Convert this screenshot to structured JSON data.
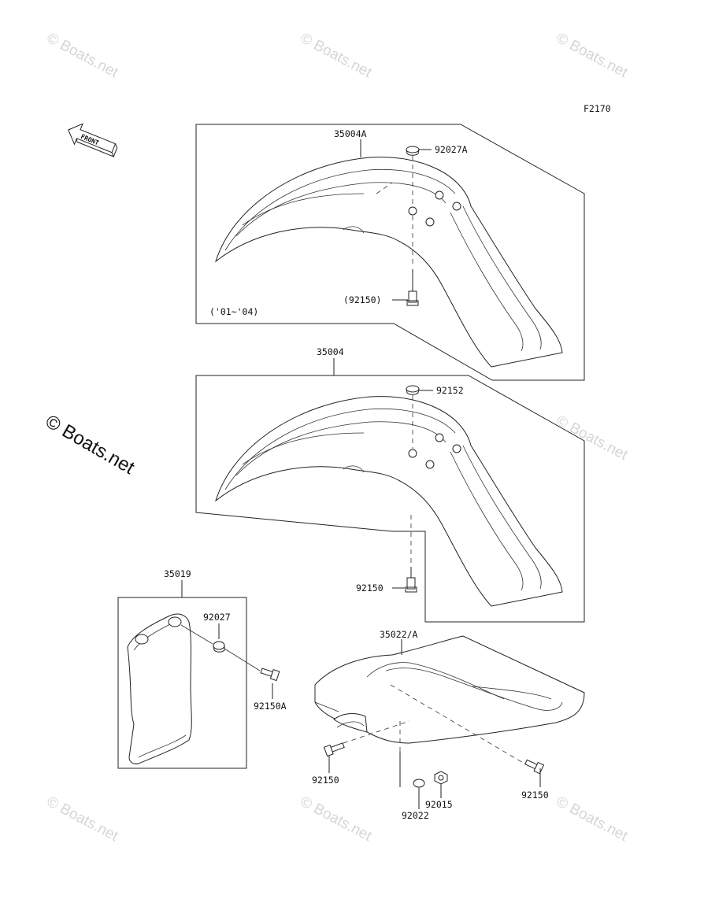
{
  "diagram_code": "F2170",
  "front_arrow_label": "FRONT",
  "watermark_text": "© Boats.net",
  "labels": {
    "p35004A": "35004A",
    "p92027A": "92027A",
    "p92150_paren": "(92150)",
    "year_range": "('01~'04)",
    "p35004": "35004",
    "p92152": "92152",
    "p92150_mid": "92150",
    "p35019": "35019",
    "p92027": "92027",
    "p92150A": "92150A",
    "p35022A": "35022/A",
    "p92150_left": "92150",
    "p92015": "92015",
    "p92022": "92022",
    "p92150_right": "92150"
  },
  "colors": {
    "line": "#222222",
    "watermark": "#d6d6d6"
  }
}
